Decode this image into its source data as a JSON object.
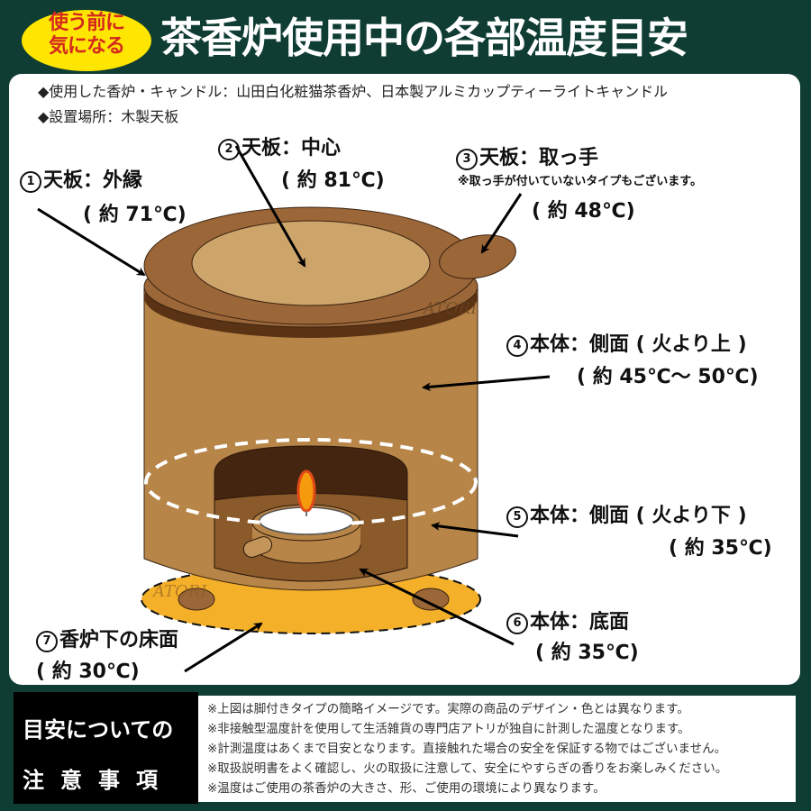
{
  "header": {
    "badge_line1": "使う前に",
    "badge_line2": "気になる",
    "title": "茶香炉使用中の各部温度目安",
    "colors": {
      "background": "#0f3d33",
      "badge": "#ffe600",
      "badge_text": "#d4281f"
    }
  },
  "info": {
    "line1": "◆使用した香炉・キャンドル：山田白化粧猫茶香炉、日本製アルミカップティーライトキャンドル",
    "line2": "◆設置場所：木製天板"
  },
  "labels": [
    {
      "num": "1",
      "title": "天板：外縁",
      "value": "( 約 71℃)"
    },
    {
      "num": "2",
      "title": "天板：中心",
      "value": "( 約 81℃)"
    },
    {
      "num": "3",
      "title": "天板：取っ手",
      "note": "※取っ手が付いていないタイプもございます。",
      "value": "( 約 48℃)"
    },
    {
      "num": "4",
      "title": "本体：側面 ( 火より上 )",
      "value": "( 約 45℃～ 50℃)"
    },
    {
      "num": "5",
      "title": "本体：側面 ( 火より下 )",
      "value": "( 約 35℃)"
    },
    {
      "num": "6",
      "title": "本体：底面",
      "value": "( 約 35℃)"
    },
    {
      "num": "7",
      "title": "香炉下の床面",
      "value": "( 約 30℃)"
    }
  ],
  "watermark": "ATORI",
  "notes": {
    "heading_line1": "目安についての",
    "heading_line2": "注意事項",
    "lines": [
      "※上図は脚付きタイプの簡略イメージです。実際の商品のデザイン・色とは異なります。",
      "※非接触型温度計を使用して生活雑貨の専門店アトリが独自に計測した温度となります。",
      "※計測温度はあくまで目安となります。直接触れた場合の安全を保証する物ではございません。",
      "※取扱説明書をよく確認し、火の取扱に注意して、安全にやすらぎの香りをお楽しみください。",
      "※温度はご使用の茶香炉の大きさ、形、ご使用の環境により異なります。"
    ]
  }
}
